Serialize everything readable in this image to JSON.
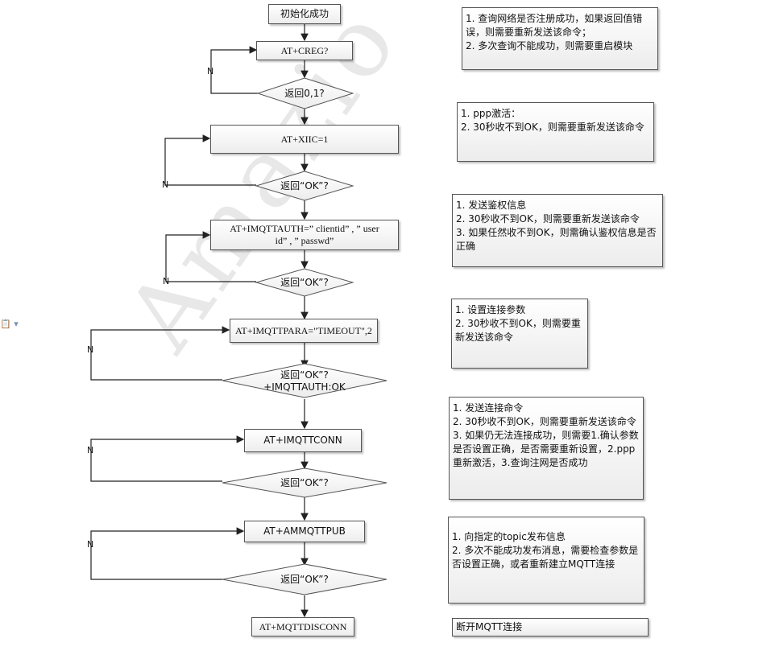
{
  "flow": {
    "start": "初始化成功",
    "creg": "AT+CREG?",
    "creg_check": "返回0,1?",
    "xiic": "AT+XIIC=1",
    "ok_check": "返回“OK”?",
    "auth_line1": "AT+IMQTTAUTH=” clientid” , ” user",
    "auth_line2": "id” , ” passwd”",
    "para": "AT+IMQTTPARA=\"TIMEOUT\",2",
    "para_check_line1": "返回“OK”?",
    "para_check_line2": "+IMQTTAUTH:OK",
    "conn": "AT+IMQTTCONN",
    "pub": "AT+AMMQTTPUB",
    "disconn": "AT+MQTTDISCONN",
    "no_label": "N"
  },
  "notes": {
    "creg": [
      "1. 查询网络是否注册成功，如果返回值错误，则需要重新发送该命令；",
      "2. 多次查询不能成功，则需要重启模块"
    ],
    "xiic": [
      "1. ppp激活：",
      "2. 30秒收不到OK，则需要重新发送该命令"
    ],
    "auth": [
      "1. 发送鉴权信息",
      "2. 30秒收不到OK，则需要重新发送该命令",
      "3. 如果任然收不到OK，则需确认鉴权信息是否正确"
    ],
    "para": [
      "1. 设置连接参数",
      "2. 30秒收不到OK，则需要重新发送该命令"
    ],
    "conn": [
      "1. 发送连接命令",
      "2. 30秒收不到OK，则需要重新发送该命令",
      "3. 如果仍无法连接成功，则需要1.确认参数是否设置正确，是否需要重新设置，2.ppp重新激活，3.查询注网是否成功"
    ],
    "pub": [
      "1. 向指定的topic发布信息",
      "2. 多次不能成功发布消息，需要检查参数是否设置正确，或者重新建立MQTT连接"
    ],
    "disconn": [
      "断开MQTT连接"
    ]
  },
  "watermark": "Amazio Confidential"
}
